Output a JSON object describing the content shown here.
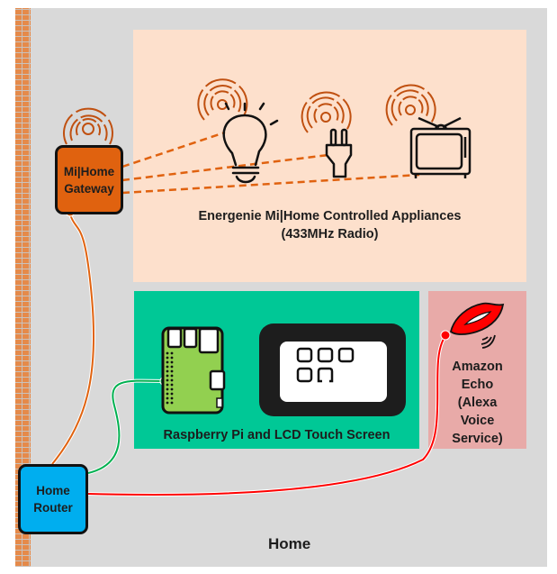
{
  "title": "Home",
  "colors": {
    "wall": "#e58a4a",
    "home_background": "#d9d9d9",
    "appliances_panel": "#fde0cc",
    "pi_panel": "#00c896",
    "echo_panel": "#e8aaa8",
    "gateway": "#e0620f",
    "router": "#00aeef",
    "radio_link": "#e0620f",
    "gateway_cable": "#e0620f",
    "pi_cable": "#00b050",
    "echo_cable": "#ff0000"
  },
  "nodes": {
    "gateway": {
      "line1": "Mi|Home",
      "line2": "Gateway",
      "icon": "radio-waves-icon"
    },
    "router": {
      "line1": "Home",
      "line2": "Router"
    },
    "appliances": {
      "line1": "Energenie Mi|Home Controlled Appliances",
      "line2": "(433MHz Radio)",
      "items": [
        {
          "name": "light-bulb",
          "icon": "light-bulb-icon"
        },
        {
          "name": "plug",
          "icon": "plug-icon"
        },
        {
          "name": "tv",
          "icon": "tv-icon"
        }
      ]
    },
    "pi": {
      "label": "Raspberry Pi and LCD Touch Screen",
      "icons": [
        "raspberry-pi-board-icon",
        "touch-screen-icon"
      ]
    },
    "echo": {
      "lines": [
        "Amazon",
        "Echo",
        "(Alexa",
        "Voice",
        "Service)"
      ],
      "icon": "lips-icon"
    }
  },
  "links": [
    {
      "from": "gateway",
      "to": "light-bulb",
      "style": "dashed"
    },
    {
      "from": "gateway",
      "to": "plug",
      "style": "dashed"
    },
    {
      "from": "gateway",
      "to": "tv",
      "style": "dashed"
    },
    {
      "from": "router",
      "to": "gateway",
      "style": "cable"
    },
    {
      "from": "router",
      "to": "pi",
      "style": "cable"
    },
    {
      "from": "router",
      "to": "echo",
      "style": "cable"
    }
  ]
}
